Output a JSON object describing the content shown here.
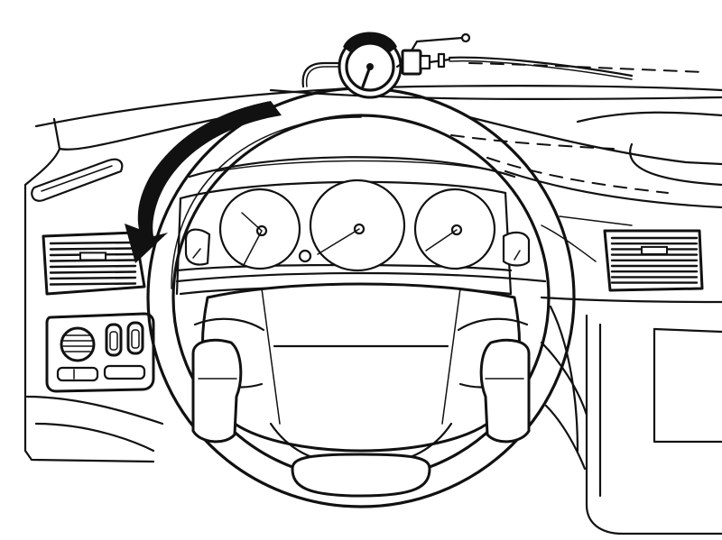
{
  "figure": {
    "colors": {
      "ink": "#111111",
      "paper": "#ffffff"
    },
    "parts": [
      "dashboard",
      "steering-wheel",
      "instrument-cluster",
      "air-vents",
      "light-switch-panel",
      "vacuum-gauge",
      "rotation-arrow"
    ],
    "arrow_direction": "counter-clockwise"
  }
}
